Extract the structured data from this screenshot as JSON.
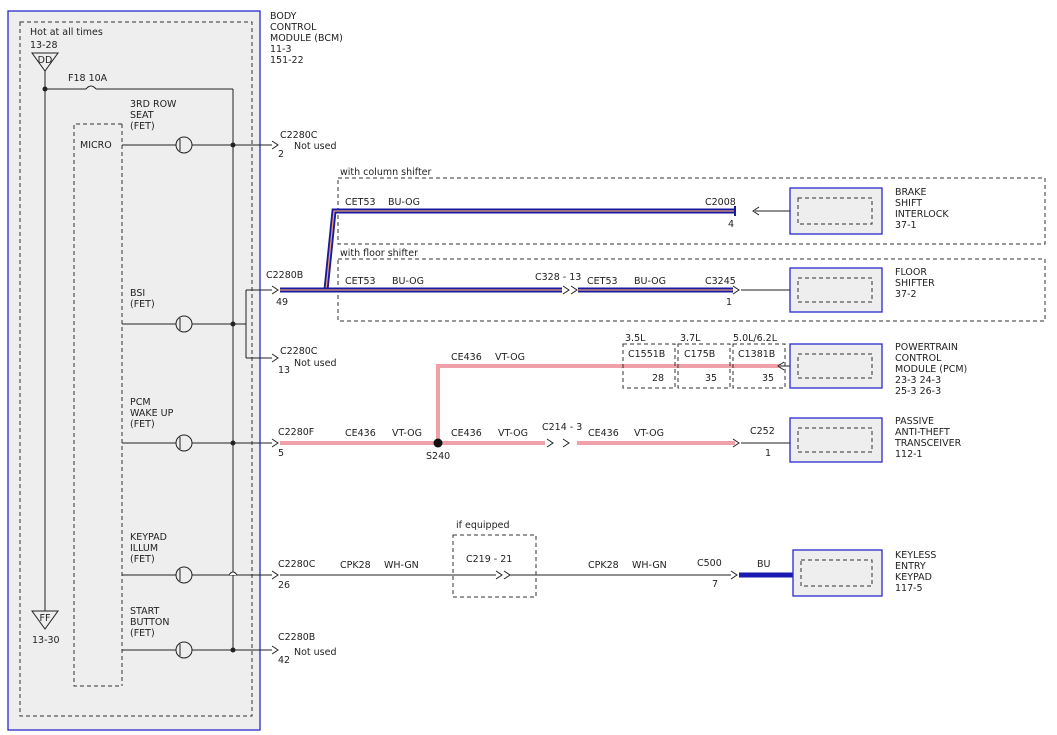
{
  "bcm": {
    "title_lines": [
      "BODY",
      "CONTROL",
      "MODULE (BCM)",
      "11-3",
      "151-22"
    ],
    "hot_label": "Hot at all times",
    "hot_ref": "13-28",
    "top_node": "DD",
    "bottom_node": "FF",
    "bottom_ref": "13-30",
    "fuse_label": "F18   10A",
    "micro_label": "MICRO",
    "fets": [
      {
        "lines": [
          "3RD ROW",
          "SEAT",
          "(FET)"
        ]
      },
      {
        "lines": [
          "BSI",
          "(FET)"
        ]
      },
      {
        "lines": [
          "PCM",
          "WAKE UP",
          "(FET)"
        ]
      },
      {
        "lines": [
          "KEYPAD",
          "ILLUM",
          "(FET)"
        ]
      },
      {
        "lines": [
          "START",
          "BUTTON",
          "(FET)"
        ]
      }
    ]
  },
  "pins": [
    {
      "connector": "C2280C",
      "pin": "2",
      "note": "Not used"
    },
    {
      "connector": "C2280B",
      "pin": "49",
      "note": ""
    },
    {
      "connector": "C2280C",
      "pin": "13",
      "note": "Not used"
    },
    {
      "connector": "C2280F",
      "pin": "5",
      "note": ""
    },
    {
      "connector": "C2280C",
      "pin": "26",
      "note": ""
    },
    {
      "connector": "C2280B",
      "pin": "42",
      "note": "Not used"
    }
  ],
  "variants": {
    "column": "with column shifter",
    "floor": "with floor shifter",
    "if_equipped": "if equipped"
  },
  "circuits": {
    "cet53": "CET53",
    "bu_og": "BU-OG",
    "ce436": "CE436",
    "vt_og": "VT-OG",
    "cpk28": "CPK28",
    "wh_gn": "WH-GN",
    "bu": "BU"
  },
  "inline_connectors": {
    "c2008": "C2008",
    "c2008_pin": "4",
    "c328": "C328 - 13",
    "c3245": "C3245",
    "c3245_pin": "1",
    "c214": "C214 - 3",
    "c252": "C252",
    "c252_pin": "1",
    "c219": "C219 - 21",
    "c500": "C500",
    "c500_pin": "7",
    "splice": "S240"
  },
  "pcm_connectors": [
    {
      "variant": "3.5L",
      "connector": "C1551B",
      "pin": "28"
    },
    {
      "variant": "3.7L",
      "connector": "C175B",
      "pin": "35"
    },
    {
      "variant": "5.0L/6.2L",
      "connector": "C1381B",
      "pin": "35"
    }
  ],
  "components": {
    "brake": [
      "BRAKE",
      "SHIFT",
      "INTERLOCK",
      "37-1"
    ],
    "floor": [
      "FLOOR",
      "SHIFTER",
      "37-2"
    ],
    "pcm": [
      "POWERTRAIN",
      "CONTROL",
      "MODULE (PCM)",
      "23-3   24-3",
      "25-3   26-3"
    ],
    "pats": [
      "PASSIVE",
      "ANTI-THEFT",
      "TRANSCEIVER",
      "112-1"
    ],
    "keypad": [
      "KEYLESS",
      "ENTRY",
      "KEYPAD",
      "117-5"
    ]
  },
  "colors": {
    "module_border": "#2a2ad0",
    "module_fill": "#eeeeee",
    "wire_bu_og_outer": "#1a1aa0",
    "wire_bu_og_inner": "#e8a070",
    "wire_vt_og": "#f0a0a8",
    "wire_bu": "#1a1ab0"
  }
}
